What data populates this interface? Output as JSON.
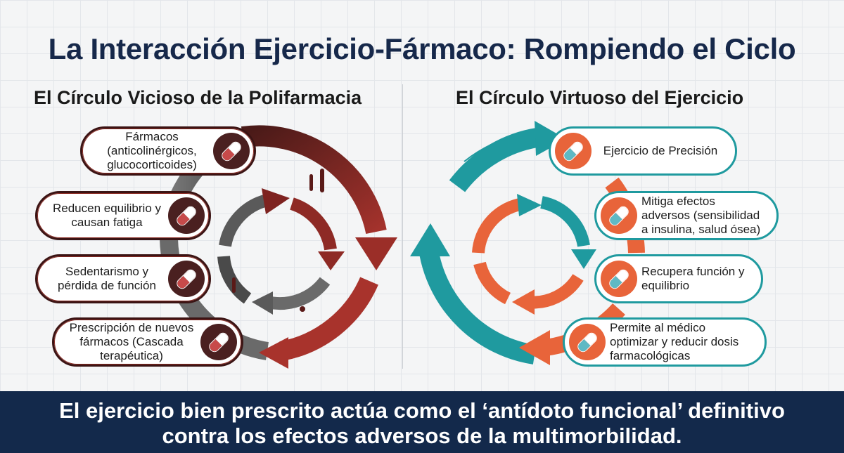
{
  "title": "La Interacción Ejercicio-Fármaco: Rompiendo el Ciclo",
  "left": {
    "subtitle": "El Círculo Vicioso de la Polifarmacia",
    "items": [
      {
        "text": "Fármacos (anticolinérgicos, glucocorticoides)",
        "icon": "pill-icon"
      },
      {
        "text": "Reducen equilibrio y causan fatiga",
        "icon": "pill-icon"
      },
      {
        "text": "Sedentarismo y pérdida de función",
        "icon": "pill-icon"
      },
      {
        "text": "Prescripción de nuevos fármacos (Cascada terapéutica)",
        "icon": "pill-icon"
      }
    ]
  },
  "right": {
    "subtitle": "El Círculo Virtuoso del Ejercicio",
    "items": [
      {
        "text": "Ejercicio de Precisión",
        "icon": "pill-icon"
      },
      {
        "text": "Mitiga efectos adversos (sensibilidad a insulina, salud ósea)",
        "icon": "pill-icon"
      },
      {
        "text": "Recupera función y equilibrio",
        "icon": "pill-icon"
      },
      {
        "text": "Permite al médico optimizar y reducir dosis farmacológicas",
        "icon": "pill-icon"
      }
    ]
  },
  "banner": {
    "line1": "El ejercicio bien prescrito actúa como el ‘antídoto funcional’ definitivo",
    "line2": "contra los efectos adversos de la multimorbilidad."
  },
  "colors": {
    "title": "#16284a",
    "vicious_dark": "#3b1414",
    "vicious_red": "#8e2a25",
    "vicious_gray": "#5f5f5f",
    "virtuous_teal": "#1f9a9f",
    "virtuous_orange": "#e8643a",
    "banner": "#13294b"
  }
}
